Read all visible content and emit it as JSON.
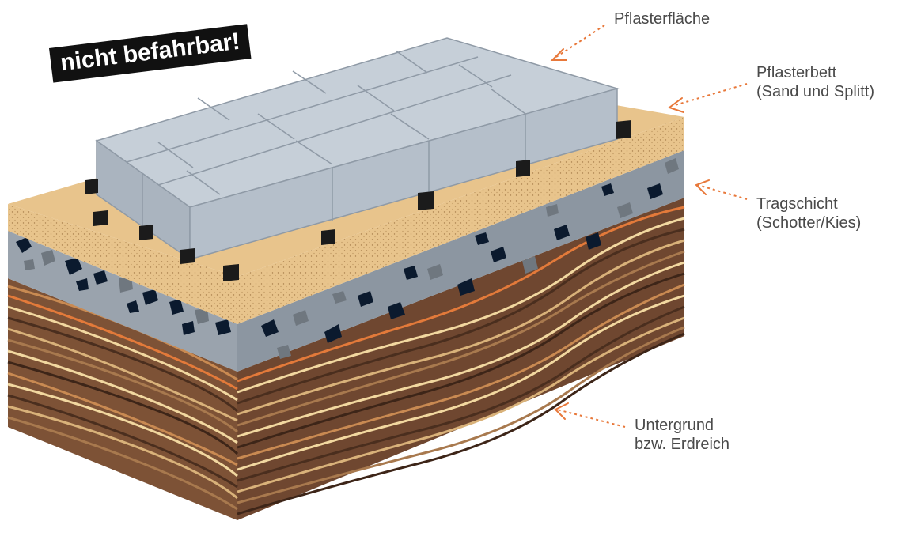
{
  "badge": "nicht befahrbar!",
  "layers": [
    {
      "id": "pavement",
      "lines": [
        "Pflasterfläche"
      ]
    },
    {
      "id": "bedding",
      "lines": [
        "Pflasterbett",
        "(Sand und Splitt)"
      ]
    },
    {
      "id": "base",
      "lines": [
        "Tragschicht",
        "(Schotter/Kies)"
      ]
    },
    {
      "id": "subsoil",
      "lines": [
        "Untergrund",
        "bzw. Erdreich"
      ]
    }
  ],
  "colors": {
    "arrow": "#e8783a",
    "sand": "#e8c48c",
    "gravel": "#9aa3ad",
    "stone_dark": "#0b1a2e",
    "stone_grey": "#6f777f",
    "soil": "#7a4f33",
    "paver_top": "#c6cfd8",
    "paver_side": "#aab4bf",
    "spacer": "#1b1b1b"
  }
}
